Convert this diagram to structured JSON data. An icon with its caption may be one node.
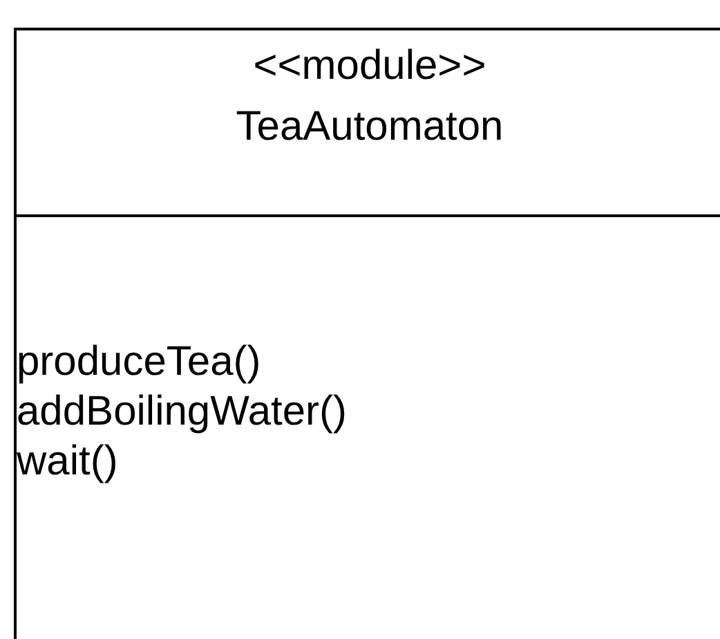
{
  "diagram": {
    "nodes": [
      {
        "text": [
          "<<module>>",
          "TeaAutomaton",
          "produceTea()",
          "addBoilingWater()",
          "wait()"
        ]
      }
    ]
  }
}
